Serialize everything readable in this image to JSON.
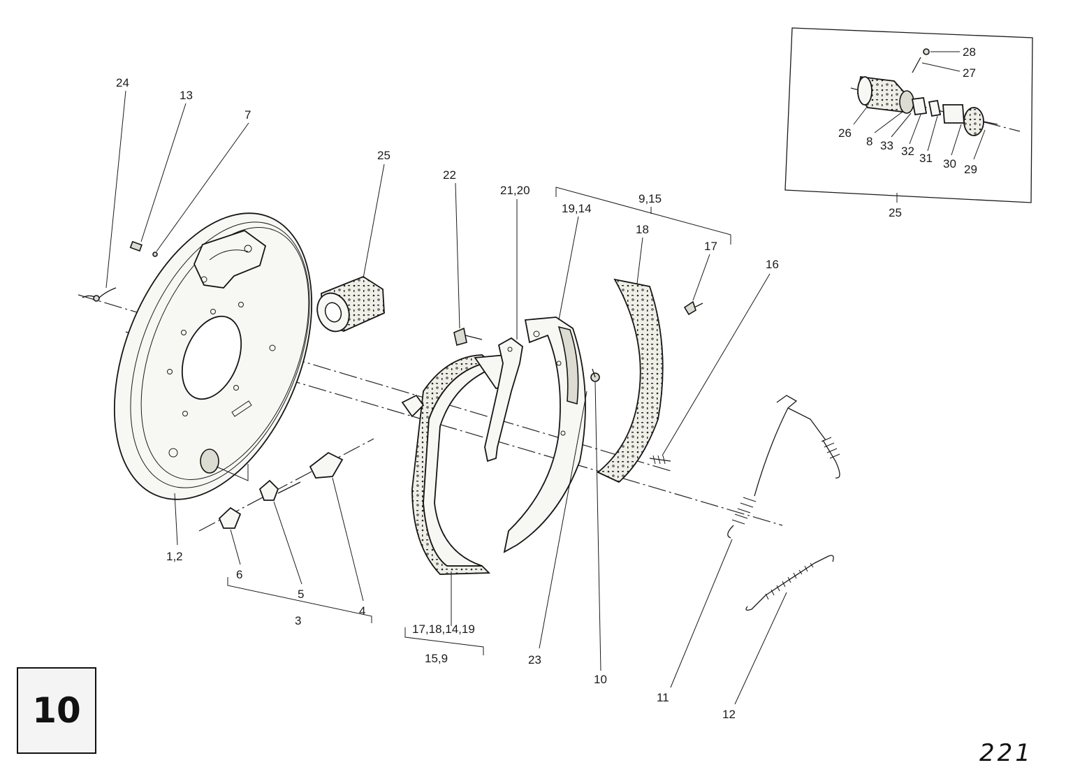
{
  "section_number": "10",
  "page_number": "221",
  "callouts": {
    "c24": "24",
    "c13": "13",
    "c7": "7",
    "c25_bushing": "25",
    "c22": "22",
    "c21_20": "21,20",
    "c9_15": "9,15",
    "c19_14": "19,14",
    "c18": "18",
    "c17": "17",
    "c16": "16",
    "c1_2": "1,2",
    "c6": "6",
    "c5": "5",
    "c4": "4",
    "c3": "3",
    "c17_18_14_19": "17,18,14,19",
    "c15_9": "15,9",
    "c23": "23",
    "c10": "10",
    "c11": "11",
    "c12": "12"
  },
  "inset": {
    "label": "25",
    "callouts": {
      "c28": "28",
      "c27": "27",
      "c26": "26",
      "c8": "8",
      "c33": "33",
      "c32": "32",
      "c31": "31",
      "c30": "30",
      "c29": "29"
    }
  }
}
